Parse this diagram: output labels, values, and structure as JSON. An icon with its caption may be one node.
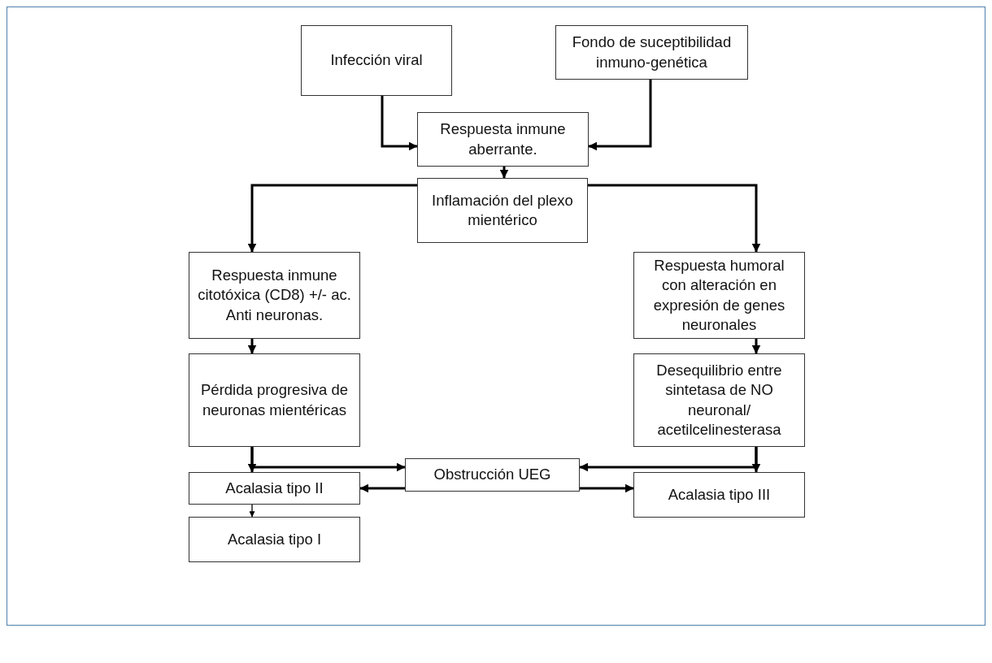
{
  "diagram": {
    "nodes": [
      {
        "text": [
          "Infección viral"
        ]
      },
      {
        "text": [
          "Fondo de suceptibilidad inmuno-genética"
        ]
      },
      {
        "text": [
          "Respuesta inmune aberrante."
        ]
      },
      {
        "text": [
          "Inflamación del plexo mientérico"
        ]
      },
      {
        "text": [
          "Respuesta inmune citotóxica (CD8) +/- ac. Anti neuronas."
        ]
      },
      {
        "text": [
          "Respuesta humoral con alteración en expresión de genes neuronales"
        ]
      },
      {
        "text": [
          "Pérdida progresiva de neuronas mientéricas"
        ]
      },
      {
        "text": [
          "Desequilibrio entre sintetasa de NO neuronal/ acetilcelinesterasa"
        ]
      },
      {
        "text": [
          "Obstrucción UEG"
        ]
      },
      {
        "text": [
          "Acalasia tipo II"
        ]
      },
      {
        "text": [
          "Acalasia tipo III"
        ]
      },
      {
        "text": [
          "Acalasia tipo I"
        ]
      }
    ],
    "edges": [
      {
        "from": 0,
        "to": 2,
        "arrow": "to"
      },
      {
        "from": 1,
        "to": 2,
        "arrow": "to"
      },
      {
        "from": 2,
        "to": 3,
        "arrow": "to"
      },
      {
        "from": 3,
        "to": 4,
        "arrow": "to"
      },
      {
        "from": 3,
        "to": 5,
        "arrow": "to"
      },
      {
        "from": 4,
        "to": 6,
        "arrow": "to"
      },
      {
        "from": 5,
        "to": 7,
        "arrow": "to"
      },
      {
        "from": 6,
        "to": 8,
        "arrow": "to"
      },
      {
        "from": 6,
        "to": 9,
        "arrow": "to"
      },
      {
        "from": 7,
        "to": 8,
        "arrow": "to"
      },
      {
        "from": 7,
        "to": 10,
        "arrow": "to"
      },
      {
        "from": 8,
        "to": 9,
        "arrow": "to"
      },
      {
        "from": 8,
        "to": 10,
        "arrow": "to"
      },
      {
        "from": 9,
        "to": 11,
        "arrow": "to"
      }
    ]
  }
}
